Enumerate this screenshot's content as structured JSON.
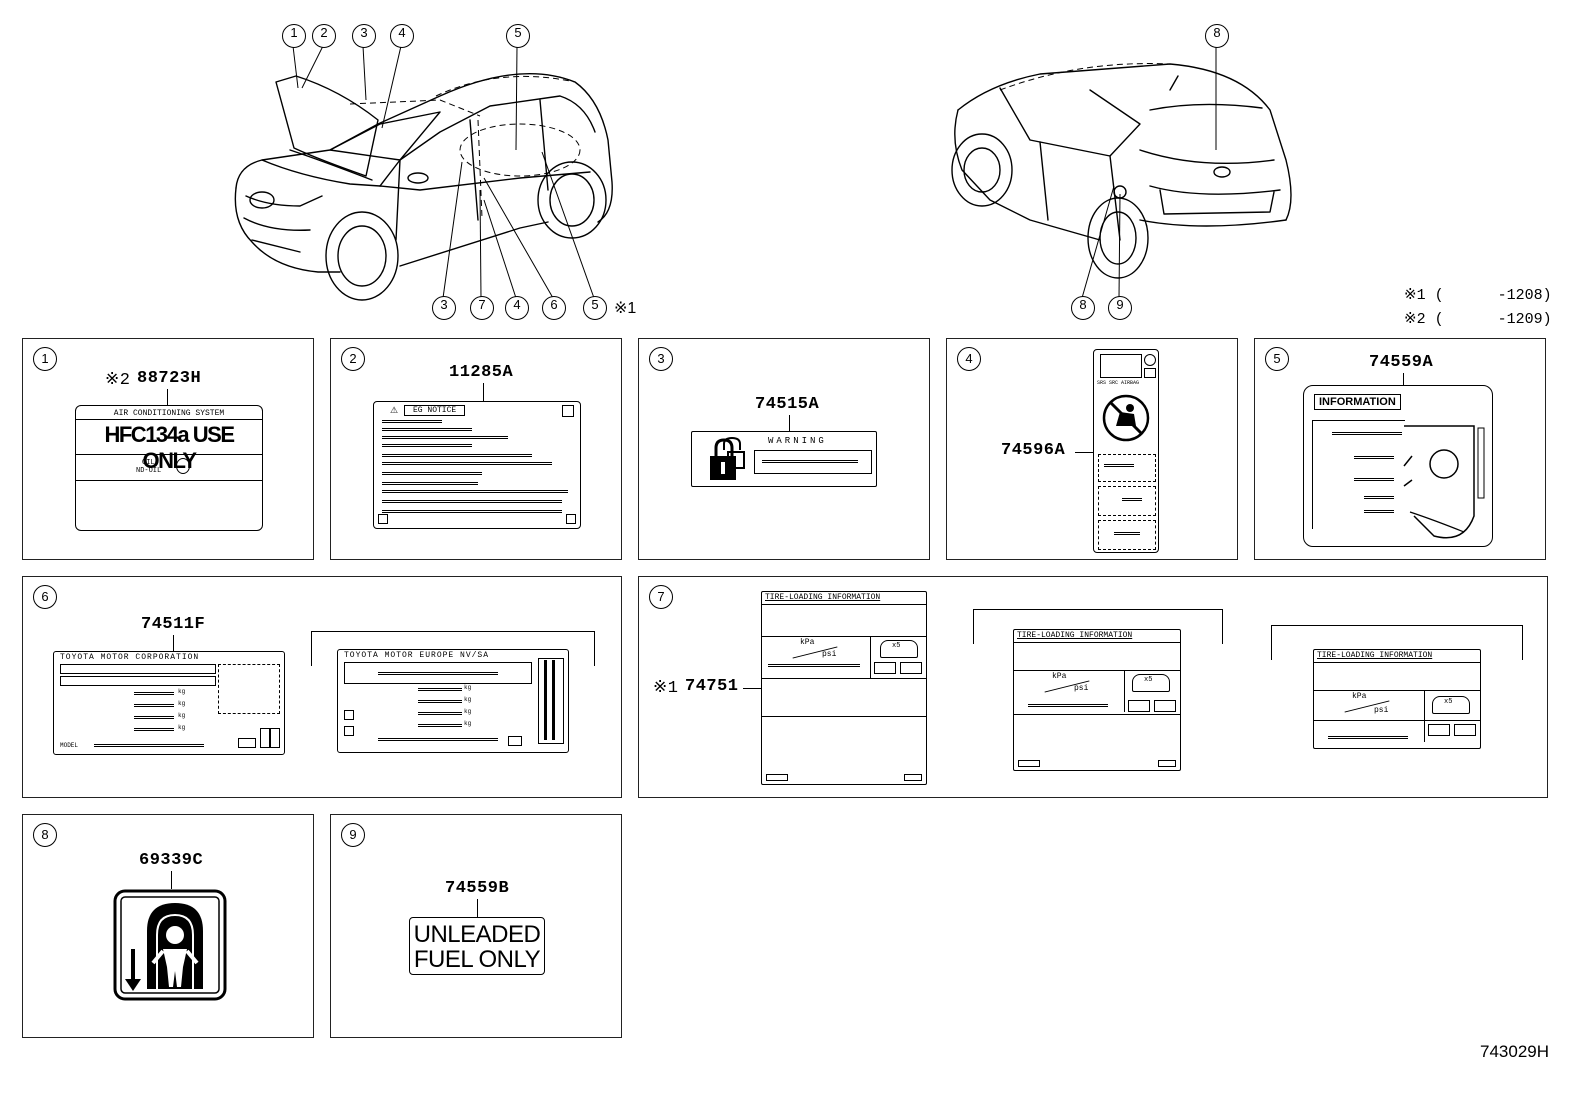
{
  "diagram_code": "743029H",
  "notes": {
    "note1": "※1 (      -1208)",
    "note2": "※2 (      -1209)"
  },
  "callouts": {
    "front_top": [
      "1",
      "2",
      "3",
      "4",
      "5"
    ],
    "front_bottom": [
      "3",
      "7",
      "4",
      "6",
      "5"
    ],
    "front_bottom_note": "※1",
    "rear_top": "8",
    "rear_bottom": [
      "8",
      "9"
    ]
  },
  "panels": [
    {
      "no": "1",
      "note": "※2",
      "part": "88723H",
      "label": {
        "header": "AIR CONDITIONING SYSTEM",
        "main": "HFC134a USE ONLY",
        "oil": "OIL",
        "oil2": "ND-OIL"
      }
    },
    {
      "no": "2",
      "part": "11285A",
      "label": {
        "header": "EG NOTICE"
      }
    },
    {
      "no": "3",
      "part": "74515A",
      "label": {
        "header": "WARNING"
      }
    },
    {
      "no": "4",
      "part": "74596A",
      "label": {
        "row": "SRS  SRC  AIRBAG"
      }
    },
    {
      "no": "5",
      "part": "74559A",
      "label": {
        "header": "INFORMATION"
      }
    },
    {
      "no": "6",
      "part": "74511F",
      "label_a": {
        "header": "TOYOTA MOTOR CORPORATION",
        "model": "MODEL",
        "unit": "kg"
      },
      "label_b": {
        "header": "TOYOTA MOTOR EUROPE NV/SA",
        "unit": "kg"
      }
    },
    {
      "no": "7",
      "note": "※1",
      "part": "74751",
      "label": {
        "header": "TIRE-LOADING  INFORMATION",
        "kpa": "kPa",
        "psi": "psi",
        "x5": "x5"
      }
    },
    {
      "no": "8",
      "part": "69339C"
    },
    {
      "no": "9",
      "part": "74559B",
      "label": {
        "line1": "UNLEADED",
        "line2": "FUEL ONLY"
      }
    }
  ]
}
